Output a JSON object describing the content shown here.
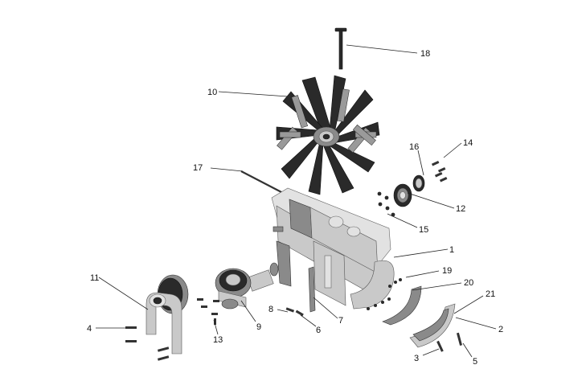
{
  "diagram": {
    "type": "exploded-parts-view",
    "callouts": [
      "1",
      "2",
      "3",
      "4",
      "5",
      "6",
      "7",
      "8",
      "9",
      "10",
      "11",
      "12",
      "13",
      "14",
      "15",
      "16",
      "17",
      "18",
      "19",
      "20",
      "21"
    ]
  }
}
